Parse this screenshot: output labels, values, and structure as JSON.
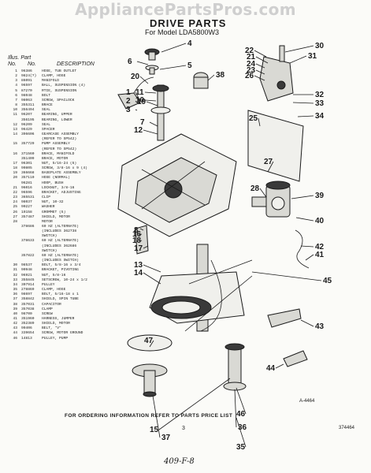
{
  "watermark": "AppliancePartsPros.com",
  "title": "DRIVE PARTS",
  "subtitle": "For Model LDA5800W3",
  "table_header": {
    "line1": "Illus. Part",
    "col_no": "No.",
    "col_part": "No.",
    "col_desc": "DESCRIPTION"
  },
  "parts": [
    {
      "no": "1",
      "part": "96386",
      "desc": "HOSE, TUB OUTLET"
    },
    {
      "no": "2",
      "part": "9824(?)",
      "desc": "CLAMP, HOSE"
    },
    {
      "no": "3",
      "part": "86091",
      "desc": "MANIFOLD"
    },
    {
      "no": "4",
      "part": "96597",
      "desc": "BALL, SUSPENSION (4)"
    },
    {
      "no": "5",
      "part": "87270",
      "desc": "RTIE, SUSPENSION"
    },
    {
      "no": "6",
      "part": "98048",
      "desc": "BOLT"
    },
    {
      "no": "7",
      "part": "98063",
      "desc": "SCREW, SPACLOCK"
    },
    {
      "no": "8",
      "part": "355311",
      "desc": "BRACE"
    },
    {
      "no": "10",
      "part": "356494",
      "desc": "SEAL"
    },
    {
      "no": "11",
      "part": "96207",
      "desc": "BEARING, UPPER"
    },
    {
      "no": "",
      "part": "356195",
      "desc": "BEARING, LOWER"
    },
    {
      "no": "12",
      "part": "96209",
      "desc": "SEAL"
    },
    {
      "no": "13",
      "part": "96429",
      "desc": "SPACER"
    },
    {
      "no": "14",
      "part": "396606",
      "desc": "GEARCASE ASSEMBLY"
    },
    {
      "no": "",
      "part": "",
      "desc": "(REFER TO SP542)"
    },
    {
      "no": "15",
      "part": "357729",
      "desc": "PUMP ASSEMBLY"
    },
    {
      "no": "",
      "part": "",
      "desc": "(REFER TO SP542)"
    },
    {
      "no": "16",
      "part": "371560",
      "desc": "BRACE, MANIFOLD"
    },
    {
      "no": "",
      "part": "351409",
      "desc": "BRACE, MOTOR"
    },
    {
      "no": "17",
      "part": "96301",
      "desc": "NUT, 5/16-24 (5)"
    },
    {
      "no": "18",
      "part": "90805",
      "desc": "SCREW, 3/8-16 x 9 (4)"
    },
    {
      "no": "19",
      "part": "366668",
      "desc": "BASEPLATE ASSEMBLY"
    },
    {
      "no": "20",
      "part": "357110",
      "desc": "HOSE (NORMAL)"
    },
    {
      "no": "",
      "part": "96281",
      "desc": "HOOP, BUSH"
    },
    {
      "no": "21",
      "part": "96016",
      "desc": "LOCKNUT, 3/8-16"
    },
    {
      "no": "22",
      "part": "96596",
      "desc": "BRACKET, ADJUSTING"
    },
    {
      "no": "23",
      "part": "365531",
      "desc": "CLIP"
    },
    {
      "no": "24",
      "part": "98037",
      "desc": "NUT, 10-32"
    },
    {
      "no": "25",
      "part": "90227",
      "desc": "WASHER"
    },
    {
      "no": "26",
      "part": "19158",
      "desc": "GROMMET (5)"
    },
    {
      "no": "27",
      "part": "357487",
      "desc": "SHIELD, MOTOR"
    },
    {
      "no": "28",
      "part": "",
      "desc": "MOTOR"
    },
    {
      "no": "",
      "part": "378686",
      "desc": "60 HZ (ALTERNATE)"
    },
    {
      "no": "",
      "part": "",
      "desc": "(INCLUDES 362738"
    },
    {
      "no": "",
      "part": "",
      "desc": "SWITCH)"
    },
    {
      "no": "",
      "part": "378633",
      "desc": "60 HZ (ALTERNATE)"
    },
    {
      "no": "",
      "part": "",
      "desc": "(INCLUDES 362686"
    },
    {
      "no": "",
      "part": "",
      "desc": "SWITCH)"
    },
    {
      "no": "",
      "part": "357822",
      "desc": "60 HZ (ALTERNATE)"
    },
    {
      "no": "",
      "part": "",
      "desc": "(INCLUDES SWITCH)"
    },
    {
      "no": "30",
      "part": "98537",
      "desc": "BOLT, 5/8-16 x 3/4"
    },
    {
      "no": "31",
      "part": "90948",
      "desc": "BRACKET, PIVOTING"
    },
    {
      "no": "32",
      "part": "96921",
      "desc": "NUT, 5/8-16"
    },
    {
      "no": "33",
      "part": "355845",
      "desc": "SETSCREW, 10-24 x 1/2"
    },
    {
      "no": "34",
      "part": "307914",
      "desc": "PULLEY"
    },
    {
      "no": "35",
      "part": "278869",
      "desc": "CLAMP, HOSE"
    },
    {
      "no": "36",
      "part": "98697",
      "desc": "BOLT, 5/16-18 x 1"
    },
    {
      "no": "37",
      "part": "358842",
      "desc": "SHIELD, SPIN TUBE"
    },
    {
      "no": "38",
      "part": "357031",
      "desc": "CAPACITOR"
    },
    {
      "no": "39",
      "part": "357038",
      "desc": "CLAMP"
    },
    {
      "no": "40",
      "part": "98700",
      "desc": "SCREW"
    },
    {
      "no": "41",
      "part": "351960",
      "desc": "HARNESS, JUMPER"
    },
    {
      "no": "42",
      "part": "352389",
      "desc": "SHIELD, MOTOR"
    },
    {
      "no": "43",
      "part": "90406",
      "desc": "BELT, \"V\""
    },
    {
      "no": "44",
      "part": "339654",
      "desc": "SCREW, MOTOR GROUND"
    },
    {
      "no": "46",
      "part": "14813",
      "desc": "PULLEY, PUMP"
    }
  ],
  "callouts": [
    "1",
    "2",
    "3",
    "4",
    "5",
    "6",
    "7",
    "8",
    "10",
    "11",
    "12",
    "13",
    "14",
    "15",
    "16",
    "17",
    "18",
    "19",
    "20",
    "21",
    "22",
    "23",
    "24",
    "25",
    "26",
    "27",
    "28",
    "30",
    "31",
    "32",
    "33",
    "34",
    "35",
    "36",
    "37",
    "38",
    "39",
    "40",
    "41",
    "42",
    "43",
    "44",
    "45",
    "46",
    "47"
  ],
  "diagram_id": "A-4464",
  "footer": "FOR ORDERING INFORMATION REFER TO PARTS PRICE LIST",
  "page_number": "3",
  "doc_number": "374464",
  "handwritten_note": "409-F-8"
}
